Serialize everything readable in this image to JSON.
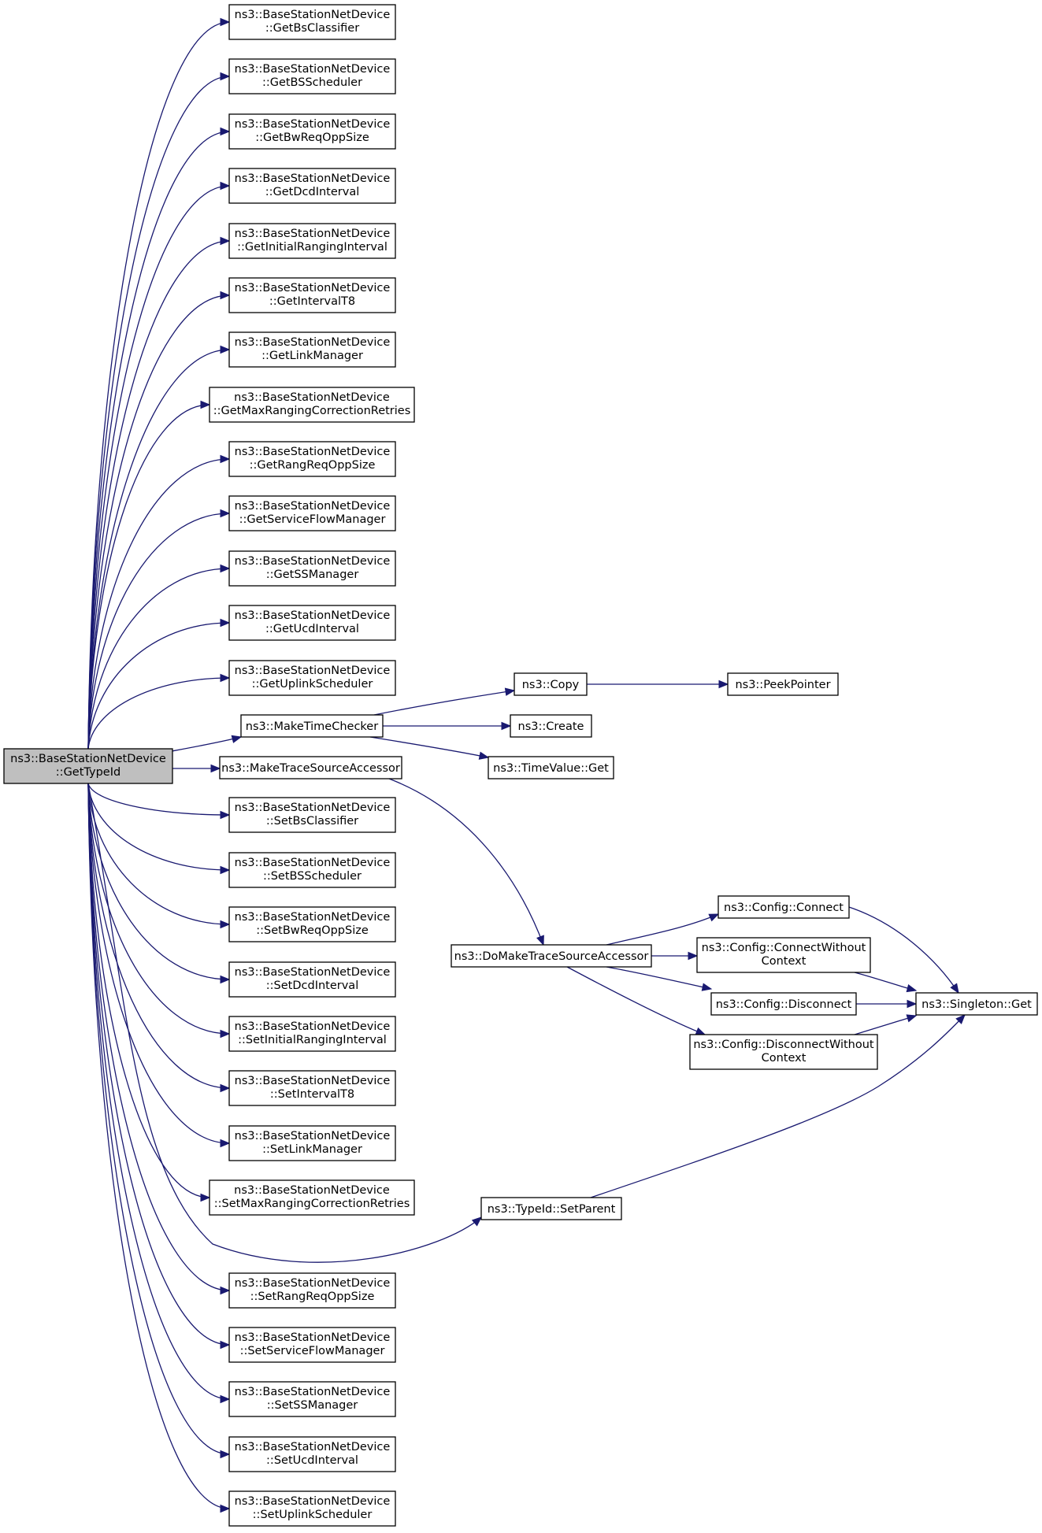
{
  "nodes": [
    {
      "id": "root",
      "root": true,
      "lines": [
        "ns3::BaseStationNetDevice",
        "::GetTypeId"
      ]
    },
    {
      "id": "n1",
      "lines": [
        "ns3::BaseStationNetDevice",
        "::GetBsClassifier"
      ]
    },
    {
      "id": "n2",
      "lines": [
        "ns3::BaseStationNetDevice",
        "::GetBSScheduler"
      ]
    },
    {
      "id": "n3",
      "lines": [
        "ns3::BaseStationNetDevice",
        "::GetBwReqOppSize"
      ]
    },
    {
      "id": "n4",
      "lines": [
        "ns3::BaseStationNetDevice",
        "::GetDcdInterval"
      ]
    },
    {
      "id": "n5",
      "lines": [
        "ns3::BaseStationNetDevice",
        "::GetInitialRangingInterval"
      ]
    },
    {
      "id": "n6",
      "lines": [
        "ns3::BaseStationNetDevice",
        "::GetIntervalT8"
      ]
    },
    {
      "id": "n7",
      "lines": [
        "ns3::BaseStationNetDevice",
        "::GetLinkManager"
      ]
    },
    {
      "id": "n8",
      "lines": [
        "ns3::BaseStationNetDevice",
        "::GetMaxRangingCorrectionRetries"
      ]
    },
    {
      "id": "n9",
      "lines": [
        "ns3::BaseStationNetDevice",
        "::GetRangReqOppSize"
      ]
    },
    {
      "id": "n10",
      "lines": [
        "ns3::BaseStationNetDevice",
        "::GetServiceFlowManager"
      ]
    },
    {
      "id": "n11",
      "lines": [
        "ns3::BaseStationNetDevice",
        "::GetSSManager"
      ]
    },
    {
      "id": "n12",
      "lines": [
        "ns3::BaseStationNetDevice",
        "::GetUcdInterval"
      ]
    },
    {
      "id": "n13",
      "lines": [
        "ns3::BaseStationNetDevice",
        "::GetUplinkScheduler"
      ]
    },
    {
      "id": "mtc",
      "lines": [
        "ns3::MakeTimeChecker"
      ]
    },
    {
      "id": "mtsa",
      "lines": [
        "ns3::MakeTraceSourceAccessor"
      ]
    },
    {
      "id": "s1",
      "lines": [
        "ns3::BaseStationNetDevice",
        "::SetBsClassifier"
      ]
    },
    {
      "id": "s2",
      "lines": [
        "ns3::BaseStationNetDevice",
        "::SetBSScheduler"
      ]
    },
    {
      "id": "s3",
      "lines": [
        "ns3::BaseStationNetDevice",
        "::SetBwReqOppSize"
      ]
    },
    {
      "id": "s4",
      "lines": [
        "ns3::BaseStationNetDevice",
        "::SetDcdInterval"
      ]
    },
    {
      "id": "s5",
      "lines": [
        "ns3::BaseStationNetDevice",
        "::SetInitialRangingInterval"
      ]
    },
    {
      "id": "s6",
      "lines": [
        "ns3::BaseStationNetDevice",
        "::SetIntervalT8"
      ]
    },
    {
      "id": "s7",
      "lines": [
        "ns3::BaseStationNetDevice",
        "::SetLinkManager"
      ]
    },
    {
      "id": "s8",
      "lines": [
        "ns3::BaseStationNetDevice",
        "::SetMaxRangingCorrectionRetries"
      ]
    },
    {
      "id": "s9",
      "lines": [
        "ns3::BaseStationNetDevice",
        "::SetRangReqOppSize"
      ]
    },
    {
      "id": "s10",
      "lines": [
        "ns3::BaseStationNetDevice",
        "::SetServiceFlowManager"
      ]
    },
    {
      "id": "s11",
      "lines": [
        "ns3::BaseStationNetDevice",
        "::SetSSManager"
      ]
    },
    {
      "id": "s12",
      "lines": [
        "ns3::BaseStationNetDevice",
        "::SetUcdInterval"
      ]
    },
    {
      "id": "s13",
      "lines": [
        "ns3::BaseStationNetDevice",
        "::SetUplinkScheduler"
      ]
    },
    {
      "id": "copy",
      "lines": [
        "ns3::Copy"
      ]
    },
    {
      "id": "peek",
      "lines": [
        "ns3::PeekPointer"
      ]
    },
    {
      "id": "create",
      "lines": [
        "ns3::Create"
      ]
    },
    {
      "id": "tvget",
      "lines": [
        "ns3::TimeValue::Get"
      ]
    },
    {
      "id": "dmtsa",
      "lines": [
        "ns3::DoMakeTraceSourceAccessor"
      ]
    },
    {
      "id": "cconnect",
      "lines": [
        "ns3::Config::Connect"
      ]
    },
    {
      "id": "cconnectwc",
      "lines": [
        "ns3::Config::ConnectWithout",
        "Context"
      ]
    },
    {
      "id": "cdisconnect",
      "lines": [
        "ns3::Config::Disconnect"
      ]
    },
    {
      "id": "cdisconnectwc",
      "lines": [
        "ns3::Config::DisconnectWithout",
        "Context"
      ]
    },
    {
      "id": "singleton",
      "lines": [
        "ns3::Singleton::Get"
      ]
    },
    {
      "id": "setparent",
      "lines": [
        "ns3::TypeId::SetParent"
      ]
    }
  ],
  "edges": [
    {
      "from": "root",
      "to": "n1"
    },
    {
      "from": "root",
      "to": "n2"
    },
    {
      "from": "root",
      "to": "n3"
    },
    {
      "from": "root",
      "to": "n4"
    },
    {
      "from": "root",
      "to": "n5"
    },
    {
      "from": "root",
      "to": "n6"
    },
    {
      "from": "root",
      "to": "n7"
    },
    {
      "from": "root",
      "to": "n8"
    },
    {
      "from": "root",
      "to": "n9"
    },
    {
      "from": "root",
      "to": "n10"
    },
    {
      "from": "root",
      "to": "n11"
    },
    {
      "from": "root",
      "to": "n12"
    },
    {
      "from": "root",
      "to": "n13"
    },
    {
      "from": "root",
      "to": "mtc"
    },
    {
      "from": "root",
      "to": "mtsa"
    },
    {
      "from": "root",
      "to": "s1"
    },
    {
      "from": "root",
      "to": "s2"
    },
    {
      "from": "root",
      "to": "s3"
    },
    {
      "from": "root",
      "to": "s4"
    },
    {
      "from": "root",
      "to": "s5"
    },
    {
      "from": "root",
      "to": "s6"
    },
    {
      "from": "root",
      "to": "s7"
    },
    {
      "from": "root",
      "to": "s8"
    },
    {
      "from": "root",
      "to": "setparent"
    },
    {
      "from": "root",
      "to": "s9"
    },
    {
      "from": "root",
      "to": "s10"
    },
    {
      "from": "root",
      "to": "s11"
    },
    {
      "from": "root",
      "to": "s12"
    },
    {
      "from": "root",
      "to": "s13"
    },
    {
      "from": "mtc",
      "to": "copy"
    },
    {
      "from": "mtc",
      "to": "create"
    },
    {
      "from": "mtc",
      "to": "tvget"
    },
    {
      "from": "copy",
      "to": "peek"
    },
    {
      "from": "mtsa",
      "to": "dmtsa"
    },
    {
      "from": "dmtsa",
      "to": "cconnect"
    },
    {
      "from": "dmtsa",
      "to": "cconnectwc"
    },
    {
      "from": "dmtsa",
      "to": "cdisconnect"
    },
    {
      "from": "dmtsa",
      "to": "cdisconnectwc"
    },
    {
      "from": "cconnect",
      "to": "singleton"
    },
    {
      "from": "cconnectwc",
      "to": "singleton"
    },
    {
      "from": "cdisconnect",
      "to": "singleton"
    },
    {
      "from": "cdisconnectwc",
      "to": "singleton"
    },
    {
      "from": "setparent",
      "to": "singleton"
    }
  ]
}
